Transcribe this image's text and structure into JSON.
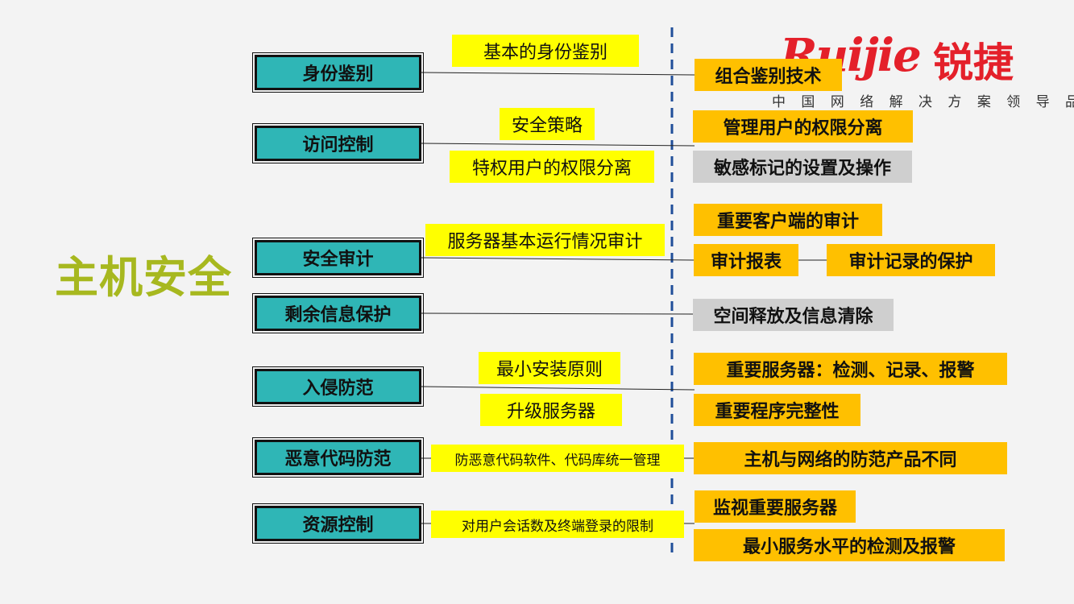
{
  "title": "主机安全",
  "logo": {
    "brand": "Ruijie锐捷",
    "tagline": "中 国 网 络 解 决 方 案 领 导 品 牌"
  },
  "categories": [
    "身份鉴别",
    "访问控制",
    "安全审计",
    "剩余信息保护",
    "入侵防范",
    "恶意代码防范",
    "资源控制"
  ],
  "middle_labels": [
    "基本的身份鉴别",
    "安全策略",
    "特权用户的权限分离",
    "服务器基本运行情况审计",
    "最小安装原则",
    "升级服务器",
    "防恶意代码软件、代码库统一管理",
    "对用户会话数及终端登录的限制"
  ],
  "right_items": [
    "组合鉴别技术",
    "管理用户的权限分离",
    "敏感标记的设置及操作",
    "重要客户端的审计",
    "审计报表",
    "审计记录的保护",
    "空间释放及信息清除",
    "重要服务器：检测、记录、报警",
    "重要程序完整性",
    "主机与网络的防范产品不同",
    "监视重要服务器",
    "最小服务水平的检测及报警"
  ],
  "colors": {
    "title": "#a7b81f",
    "category": "#2fb6b6",
    "middle": "#ffff00",
    "right": "#ffc000",
    "right_gray": "#cfcfcf",
    "divider": "#1f4e99",
    "logo": "#e4202a"
  }
}
